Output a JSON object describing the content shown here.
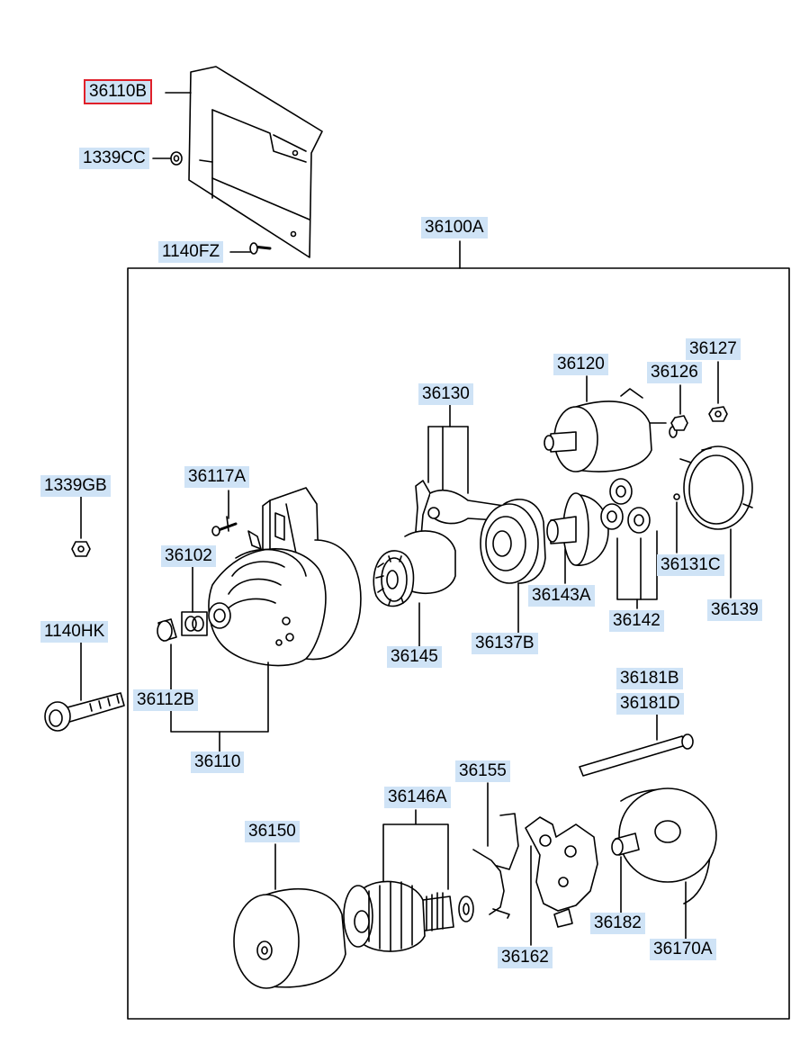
{
  "diagram": {
    "selected_part": "36110B",
    "labels": {
      "l36110B": "36110B",
      "l1339CC": "1339CC",
      "l1140FZ": "1140FZ",
      "l36100A": "36100A",
      "l36120": "36120",
      "l36126": "36126",
      "l36127": "36127",
      "l36130": "36130",
      "l36117A": "36117A",
      "l1339GB": "1339GB",
      "l36102": "36102",
      "l1140HK": "1140HK",
      "l36112B": "36112B",
      "l36110": "36110",
      "l36145": "36145",
      "l36137B": "36137B",
      "l36143A": "36143A",
      "l36142": "36142",
      "l36131C": "36131C",
      "l36139": "36139",
      "l36181B": "36181B",
      "l36181D": "36181D",
      "l36155": "36155",
      "l36146A": "36146A",
      "l36150": "36150",
      "l36182": "36182",
      "l36170A": "36170A",
      "l36162": "36162"
    }
  }
}
